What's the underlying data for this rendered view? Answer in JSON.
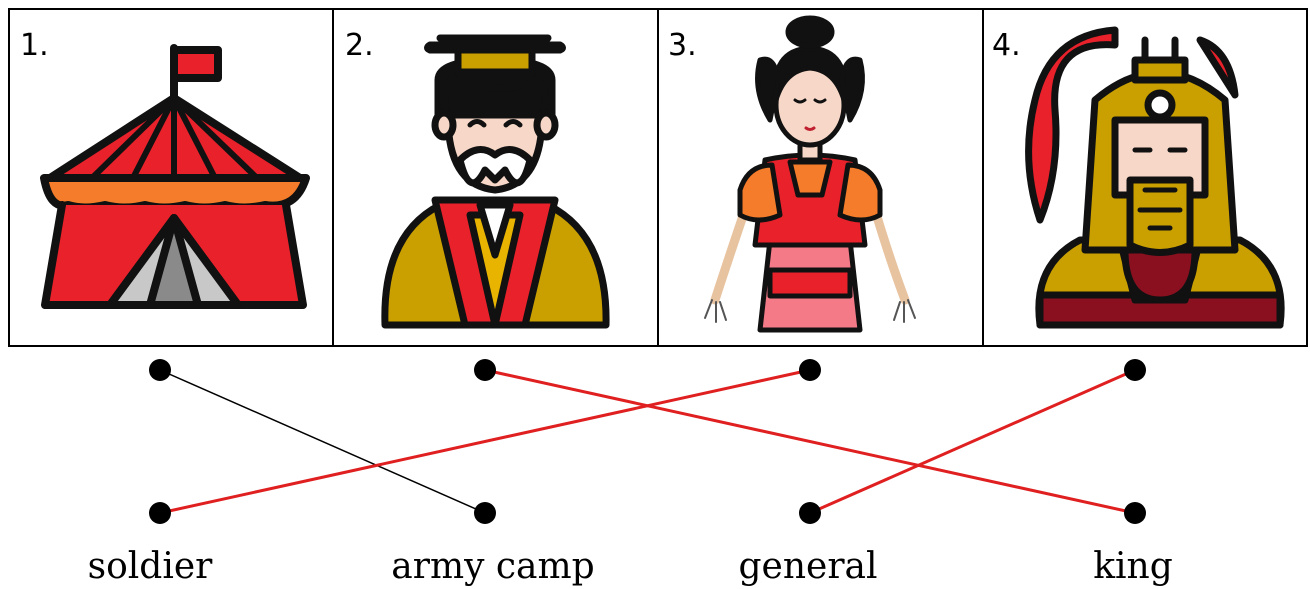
{
  "cards": [
    {
      "number": "1.",
      "picture": "circus-tent-icon"
    },
    {
      "number": "2.",
      "picture": "old-sage-with-hat-icon"
    },
    {
      "number": "3.",
      "picture": "woman-in-armor-icon"
    },
    {
      "number": "4.",
      "picture": "helmeted-warrior-icon"
    }
  ],
  "words": [
    "soldier",
    "army camp",
    "general",
    "king"
  ],
  "matches": [
    {
      "from_card": 1,
      "to_word": 2,
      "color": "#000000"
    },
    {
      "from_card": 2,
      "to_word": 4,
      "color": "#e02020"
    },
    {
      "from_card": 3,
      "to_word": 1,
      "color": "#e02020"
    },
    {
      "from_card": 4,
      "to_word": 3,
      "color": "#e02020"
    }
  ],
  "colors": {
    "tent_red": "#e8212b",
    "tent_orange": "#f57c2a",
    "gold": "#c9a000",
    "skin": "#f7d8c8",
    "line_red": "#e02020"
  }
}
